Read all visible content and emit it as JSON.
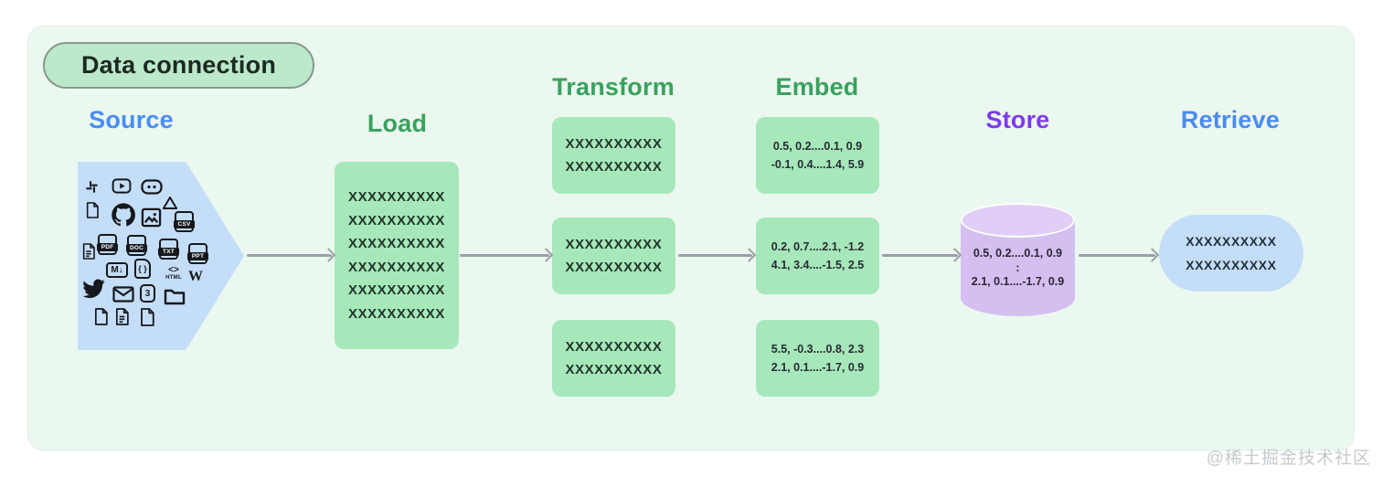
{
  "badge": {
    "label": "Data connection"
  },
  "pipeline": {
    "source": {
      "title": "Source",
      "icons": [
        {
          "name": "slack-icon"
        },
        {
          "name": "youtube-icon"
        },
        {
          "name": "discord-icon"
        },
        {
          "name": "file-icon"
        },
        {
          "name": "github-icon"
        },
        {
          "name": "image-icon"
        },
        {
          "name": "google-drive-icon"
        },
        {
          "name": "csv-file-icon",
          "label": "CSV"
        },
        {
          "name": "file-text-icon"
        },
        {
          "name": "pdf-file-icon",
          "label": "PDF"
        },
        {
          "name": "doc-file-icon",
          "label": "DOC"
        },
        {
          "name": "txt-file-icon",
          "label": "TXT"
        },
        {
          "name": "ppt-file-icon",
          "label": "PPT"
        },
        {
          "name": "markdown-icon",
          "label": "M↓"
        },
        {
          "name": "code-file-icon",
          "label": "{ }"
        },
        {
          "name": "html-icon",
          "glyph": "<>",
          "label": "HTML"
        },
        {
          "name": "wikipedia-icon",
          "label": "W"
        },
        {
          "name": "twitter-icon"
        },
        {
          "name": "envelope-icon"
        },
        {
          "name": "css3-icon",
          "label": "3"
        },
        {
          "name": "folder-icon"
        },
        {
          "name": "file-icon"
        },
        {
          "name": "file-text-icon"
        },
        {
          "name": "file-icon"
        }
      ]
    },
    "load": {
      "title": "Load",
      "box_lines": [
        "XXXXXXXXXX",
        "XXXXXXXXXX",
        "XXXXXXXXXX",
        "XXXXXXXXXX",
        "XXXXXXXXXX",
        "XXXXXXXXXX"
      ]
    },
    "transform": {
      "title": "Transform",
      "boxes": [
        [
          "XXXXXXXXXX",
          "XXXXXXXXXX"
        ],
        [
          "XXXXXXXXXX",
          "XXXXXXXXXX"
        ],
        [
          "XXXXXXXXXX",
          "XXXXXXXXXX"
        ]
      ]
    },
    "embed": {
      "title": "Embed",
      "boxes": [
        [
          "0.5, 0.2....0.1, 0.9",
          "-0.1, 0.4....1.4, 5.9"
        ],
        [
          "0.2, 0.7....2.1, -1.2",
          "4.1, 3.4....-1.5, 2.5"
        ],
        [
          "5.5, -0.3....0.8, 2.3",
          "2.1, 0.1....-1.7, 0.9"
        ]
      ]
    },
    "store": {
      "title": "Store",
      "db_lines": [
        "0.5, 0.2....0.1, 0.9",
        ":",
        "2.1, 0.1....-1.7, 0.9"
      ]
    },
    "retrieve": {
      "title": "Retrieve",
      "box_lines": [
        "XXXXXXXXXX",
        "XXXXXXXXXX"
      ]
    }
  },
  "watermark": "@稀土掘金技术社区",
  "colors": {
    "panel_bg": "#ebf8ef",
    "badge_bg": "#bce8cc",
    "badge_border": "#87988c",
    "green_title": "#3aa15e",
    "blue_title": "#4a8cf1",
    "purple_title": "#7c3bea",
    "green_box": "#a6e8ba",
    "blue_shape": "#c4ddf8",
    "store_cylinder": "#d5bff1",
    "arrow": "#9aa0a6"
  }
}
